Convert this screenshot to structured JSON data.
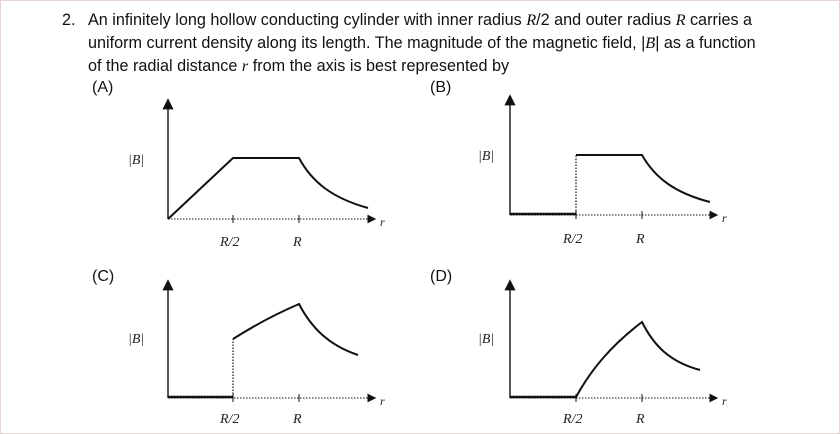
{
  "question": {
    "number": "2.",
    "line1_a": "An infinitely long hollow conducting cylinder with inner radius ",
    "line1_b": "R",
    "line1_c": "/2 and outer radius ",
    "line1_d": "R",
    "line1_e": " carries a",
    "line2_a": "uniform current density along its length. The magnitude of the magnetic field, |",
    "line2_b": "B",
    "line2_c": "| as a function",
    "line3_a": "of the radial distance ",
    "line3_b": "r",
    "line3_c": " from the axis is best represented by"
  },
  "options": [
    {
      "label": "(A)",
      "y_label": "|B|",
      "x_label": "r",
      "tick_half": "R/2",
      "tick_full": "R"
    },
    {
      "label": "(B)",
      "y_label": "|B|",
      "x_label": "r",
      "tick_half": "R/2",
      "tick_full": "R"
    },
    {
      "label": "(C)",
      "y_label": "|B|",
      "x_label": "r",
      "tick_half": "R/2",
      "tick_full": "R"
    },
    {
      "label": "(D)",
      "y_label": "|B|",
      "x_label": "r",
      "tick_half": "R/2",
      "tick_full": "R"
    }
  ]
}
